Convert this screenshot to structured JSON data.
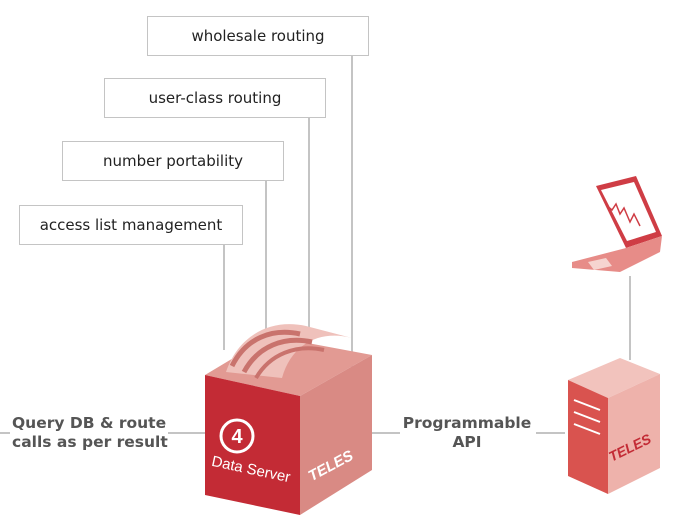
{
  "feature_boxes": [
    {
      "label": "wholesale routing"
    },
    {
      "label": "user-class routing"
    },
    {
      "label": "number portability"
    },
    {
      "label": "access list management"
    }
  ],
  "connections": {
    "query": {
      "line1": "Query DB & route",
      "line2": "calls as per result"
    },
    "api": {
      "line1": "Programmable",
      "line2": "API"
    }
  },
  "data_server": {
    "number": "4",
    "name": "Data Server",
    "brand": "TELES"
  },
  "backend_server": {
    "brand": "TELES"
  },
  "colors": {
    "line": "#c4c4c4",
    "red_front": "#c32b35",
    "red_top": "#e29a93",
    "red_side": "#d98a84",
    "server_pink": "#eeb2ab",
    "laptop_red": "#cf3d45"
  }
}
